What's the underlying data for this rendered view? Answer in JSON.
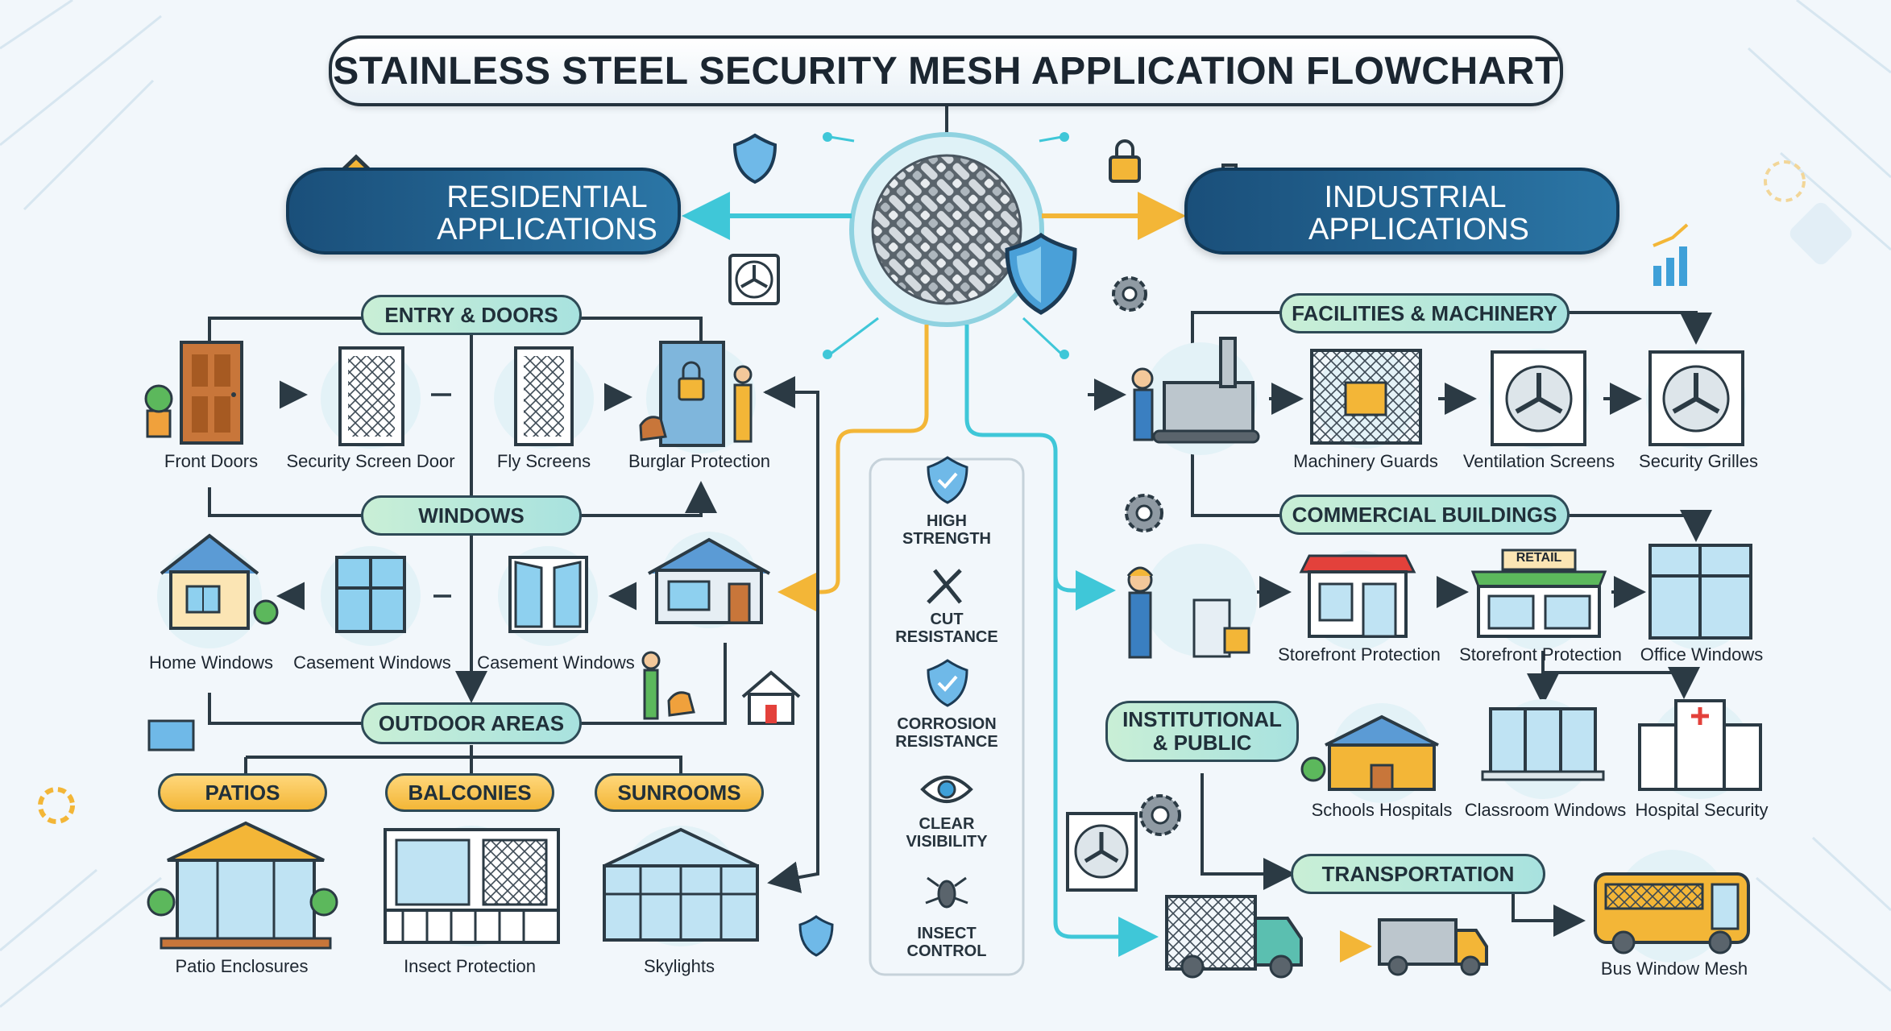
{
  "title": "STAINLESS STEEL SECURITY MESH APPLICATION FLOWCHART",
  "colors": {
    "navy": "#1a4f7a",
    "teal": "#3fc7d8",
    "orange": "#f3b637",
    "green": "#a8e2df",
    "outline": "#2e4a56"
  },
  "residential": {
    "title": "RESIDENTIAL\nAPPLICATIONS",
    "icon": "house-icon",
    "entry": {
      "label": "ENTRY & DOORS",
      "items": [
        "Front Doors",
        "Security Screen Door",
        "Fly Screens",
        "Burglar Protection"
      ],
      "icons": [
        "front-door-icon",
        "security-screen-door-icon",
        "fly-screen-icon",
        "burglar-lock-door-icon"
      ]
    },
    "windows": {
      "label": "WINDOWS",
      "items": [
        "Home Windows",
        "Casement Windows",
        "Casement Windows"
      ],
      "icons": [
        "home-icon",
        "casement-window-icon",
        "casement-window-open-icon"
      ]
    },
    "outdoor": {
      "label": "OUTDOOR AREAS",
      "subs": [
        "PATIOS",
        "BALCONIES",
        "SUNROOMS"
      ],
      "items": [
        "Patio Enclosures",
        "Insect Protection",
        "Skylights"
      ],
      "icons": [
        "gazebo-icon",
        "balcony-icon",
        "sunroom-icon"
      ]
    }
  },
  "industrial": {
    "title": "INDUSTRIAL\nAPPLICATIONS",
    "icon": "factory-icon",
    "facilities": {
      "label": "FACILITIES & MACHINERY",
      "items": [
        "Machinery Guards",
        "Ventilation Screens",
        "Security Grilles"
      ],
      "icons": [
        "machinery-guard-icon",
        "ventilation-fan-icon",
        "security-grille-icon"
      ]
    },
    "commercial": {
      "label": "COMMERCIAL BUILDINGS",
      "items": [
        "Storefront Protection",
        "Storefront Protection",
        "Office Windows"
      ],
      "retail_sign": "RETAIL",
      "icons": [
        "storefront-icon",
        "retail-store-icon",
        "office-window-icon"
      ]
    },
    "institutional": {
      "label": "INSTITUTIONAL\n& PUBLIC",
      "items": [
        "Schools Hospitals",
        "Classroom Windows",
        "Hospital Security"
      ],
      "icons": [
        "school-icon",
        "classroom-window-icon",
        "hospital-icon"
      ]
    },
    "transportation": {
      "label": "TRANSPORTATION",
      "items": [
        "Bus Window Mesh"
      ],
      "icons": [
        "truck-mesh-icon",
        "truck-icon",
        "bus-icon"
      ]
    }
  },
  "features": [
    {
      "label": "HIGH\nSTRENGTH",
      "icon": "shield-check-icon"
    },
    {
      "label": "CUT\nRESISTANCE",
      "icon": "cutter-icon"
    },
    {
      "label": "CORROSION\nRESISTANCE",
      "icon": "shield-check-icon"
    },
    {
      "label": "CLEAR\nVISIBILITY",
      "icon": "eye-icon"
    },
    {
      "label": "INSECT\nCONTROL",
      "icon": "insect-icon"
    }
  ],
  "center_icon": "woven-mesh-shield-icon"
}
